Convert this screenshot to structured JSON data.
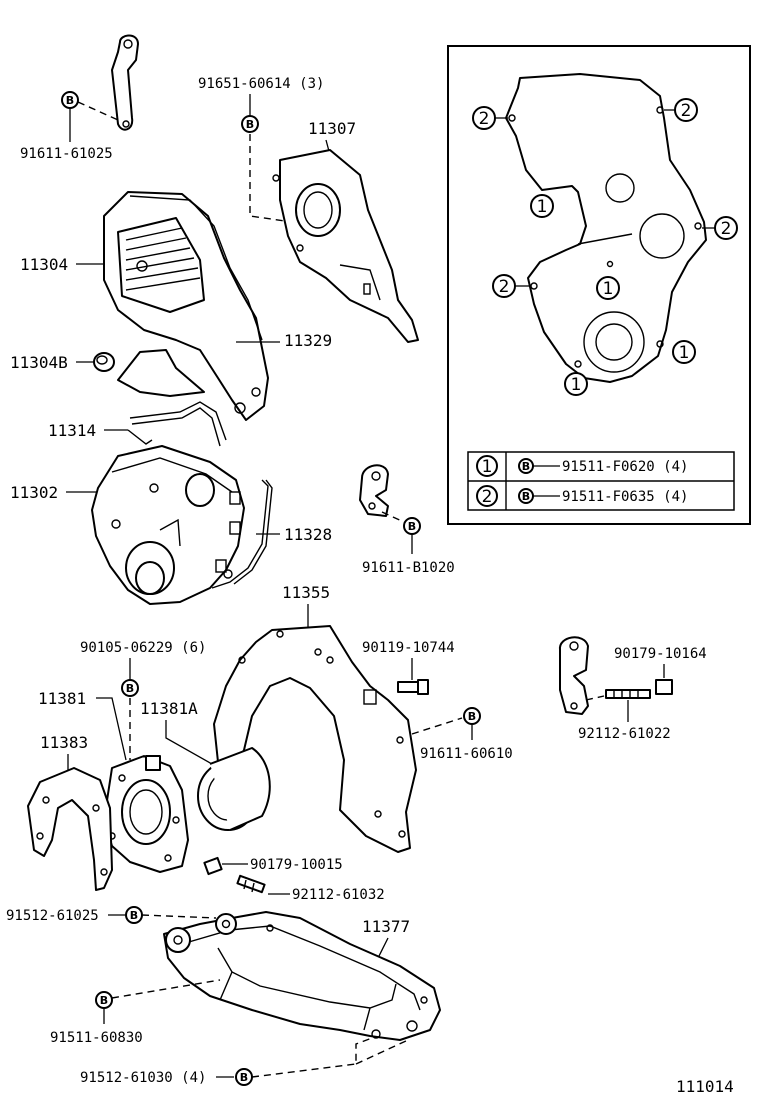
{
  "labels": {
    "p91611_61025": "91611-61025",
    "p91651_60614": "91651-60614 (3)",
    "p11307": "11307",
    "p11304": "11304",
    "p11329": "11329",
    "p11304B": "11304B",
    "p11314": "11314",
    "p11302": "11302",
    "p11328": "11328",
    "p91611_B1020": "91611-B1020",
    "p11355": "11355",
    "p90105_06229": "90105-06229 (6)",
    "p90119_10744": "90119-10744",
    "p90179_10164": "90179-10164",
    "p11381": "11381",
    "p11381A": "11381A",
    "p11383": "11383",
    "p91611_60610": "91611-60610",
    "p92112_61022": "92112-61022",
    "p90179_10015": "90179-10015",
    "p92112_61032": "92112-61032",
    "p91512_61025": "91512-61025",
    "p11377": "11377",
    "p91511_60830": "91511-60830",
    "p91512_61030": "91512-61030 (4)",
    "illustration_id": "111014"
  },
  "inset": {
    "callouts": [
      "2",
      "2",
      "1",
      "2",
      "2",
      "1",
      "1",
      "1"
    ],
    "legend": [
      {
        "num": "1",
        "bolt": "B",
        "part": "91511-F0620 (4)"
      },
      {
        "num": "2",
        "bolt": "B",
        "part": "91511-F0635 (4)"
      }
    ]
  },
  "symbols": {
    "bolt_letter": "B"
  },
  "colors": {
    "ink": "#000000",
    "paper": "#ffffff"
  }
}
